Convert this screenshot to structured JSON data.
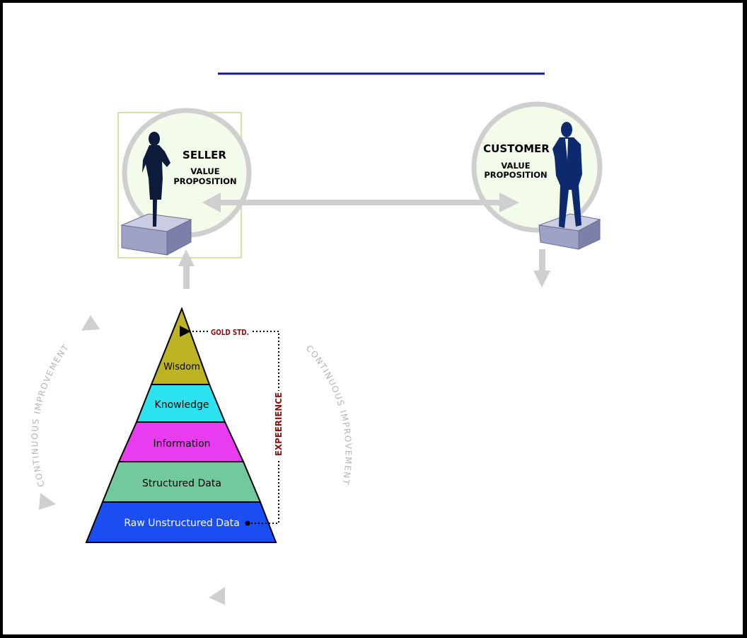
{
  "seller": {
    "title": "SELLER",
    "line1": "VALUE",
    "line2": "PROPOSITION"
  },
  "customer": {
    "title": "CUSTOMER",
    "line1": "VALUE",
    "line2": "PROPOSITION"
  },
  "pyramid": {
    "levels": [
      {
        "label": "Wisdom",
        "color": "#BDB323"
      },
      {
        "label": "Knowledge",
        "color": "#2CE3EF"
      },
      {
        "label": "Information",
        "color": "#E93CF0"
      },
      {
        "label": "Structured Data",
        "color": "#72C99E"
      },
      {
        "label": "Raw Unstructured Data",
        "color": "#1A4DF2"
      }
    ]
  },
  "annotations": {
    "gold_std": "GOLD STD.",
    "experience": "EXPEERIENCE",
    "left_cycle": "CONTINUOUS  IMPROVEMENT",
    "right_cycle": "CONTINUOUS  IMPROVEMENT"
  },
  "colors": {
    "title_rule": "#1A1A8C",
    "arrow_gray": "#CFCFCF",
    "annotation_red": "#8B1010",
    "figure_seller": "#0C1B3A",
    "figure_customer": "#0E2A6E",
    "circle_fill": "#F3FBEA"
  }
}
